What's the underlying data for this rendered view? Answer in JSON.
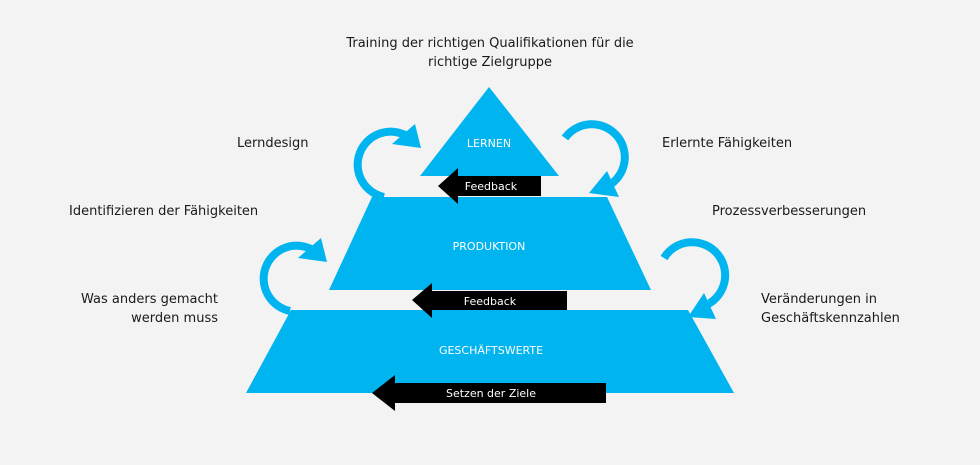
{
  "title": {
    "line1": "Training der richtigen Qualifikationen für die",
    "line2": "richtige Zielgruppe"
  },
  "tiers": {
    "top": "LERNEN",
    "middle": "PRODUKTION",
    "bottom": "GESCHÄFTSWERTE"
  },
  "arrows": {
    "feedback_top": "Feedback",
    "feedback_middle": "Feedback",
    "goals": "Setzen der Ziele"
  },
  "side_labels": {
    "lerndesign": "Lerndesign",
    "erlernte": "Erlernte Fähigkeiten",
    "identifizieren": "Identifizieren der Fähigkeiten",
    "prozess": "Prozessverbesserungen",
    "was_anders_1": "Was anders gemacht",
    "was_anders_2": "werden muss",
    "veraenderungen_1": "Veränderungen in",
    "veraenderungen_2": "Geschäftskennzahlen"
  },
  "colors": {
    "pyramid": "#00B4F0",
    "arrow": "#000000",
    "text_light": "#FFFFFF",
    "text_dark": "#1A1A1A",
    "background": "#F3F3F3"
  }
}
